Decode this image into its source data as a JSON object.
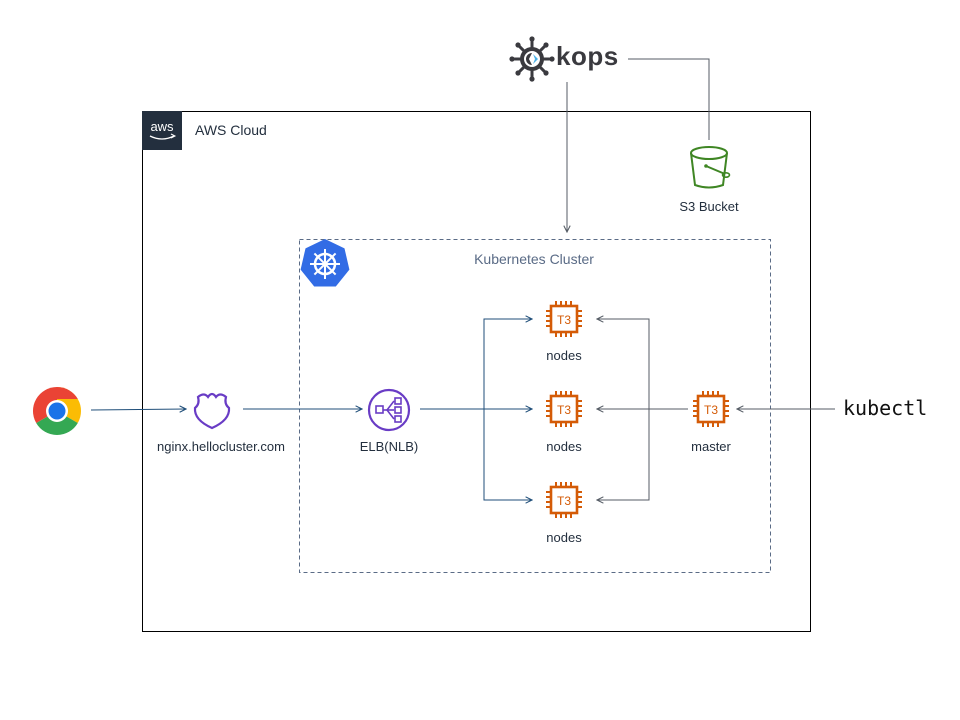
{
  "kops": {
    "label": "kops",
    "icon": "kops-helm-icon"
  },
  "aws_cloud": {
    "label": "AWS Cloud",
    "icon": "aws-logo-icon"
  },
  "s3": {
    "label": "S3 Bucket",
    "icon": "s3-bucket-icon"
  },
  "cluster": {
    "label": "Kubernetes Cluster",
    "icon": "kubernetes-icon"
  },
  "browser": {
    "icon": "chrome-icon"
  },
  "dns": {
    "label": "nginx.hellocluster.com",
    "icon": "route53-shield-icon"
  },
  "elb": {
    "label": "ELB(NLB)",
    "icon": "load-balancer-icon"
  },
  "nodes": [
    {
      "label": "nodes",
      "chip_text": "T3"
    },
    {
      "label": "nodes",
      "chip_text": "T3"
    },
    {
      "label": "nodes",
      "chip_text": "T3"
    }
  ],
  "master": {
    "label": "master",
    "chip_text": "T3"
  },
  "kubectl": {
    "label": "kubectl"
  },
  "colors": {
    "ec2_orange": "#d45b07",
    "elb_purple": "#693cc5",
    "s3_green": "#3f8624",
    "k8s_blue": "#326ce5",
    "aws_dark": "#232f3e",
    "arrow_blue": "#1f4e79",
    "cluster_border": "#5a6b86"
  }
}
